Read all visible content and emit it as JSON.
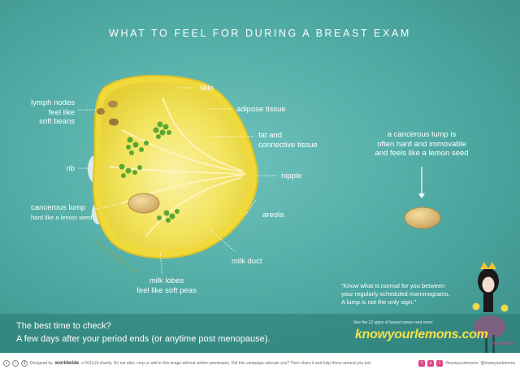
{
  "title": "WHAT TO FEEL FOR DURING A BREAST EXAM",
  "labels": {
    "skin": "skin",
    "adipose": "adipose tissue",
    "fat_l1": "fat and",
    "fat_l2": "connective tissue",
    "nipple": "nipple",
    "areola": "areola",
    "milk_duct": "milk duct",
    "lobes_l1": "milk lobes",
    "lobes_l2": "feel like soft peas",
    "lymph_l1": "lymph nodes",
    "lymph_l2": "feel like",
    "lymph_l3": "soft beans",
    "rib": "rib",
    "lump_l1": "cancerous lump",
    "lump_l2": "hard like a lemon seed"
  },
  "watermark": "knowyourlemons.com",
  "side_note": {
    "l1": "a cancerous lump is",
    "l2": "often hard and immovable",
    "l3": "and feels like a lemon seed"
  },
  "quote": {
    "l1": "\"Know what is normal for you between",
    "l2": "your regularly scheduled mammograms.",
    "l3": "A lump is not the only sign.\""
  },
  "bottom": {
    "question": "The best time to check?",
    "answer": "A few days after your period ends (or anytime post menopause)."
  },
  "kyl": {
    "small": "See the 12 signs of breast cancer and more:",
    "url": "knowyourlemons.com",
    "signature": "for Lemon"
  },
  "footer": {
    "designed_by": "Designed by",
    "brand": "worldwide",
    "legal": "a 501(c)3 charity. Do not alter, crop or add to this image without written permission. Did this campaign educate you? Then share it and help those around you too!",
    "social_1": "#knowyourlemons",
    "social_2": "@knowyourlemons"
  },
  "colors": {
    "background": "#4ea9a2",
    "lemon": "#f3e35c",
    "accent_pink": "#e0458a",
    "url_yellow": "#f4e24a"
  },
  "icons": [
    "cc-icon",
    "attribution-icon",
    "noncommercial-icon",
    "facebook-icon",
    "instagram-icon",
    "twitter-icon"
  ]
}
